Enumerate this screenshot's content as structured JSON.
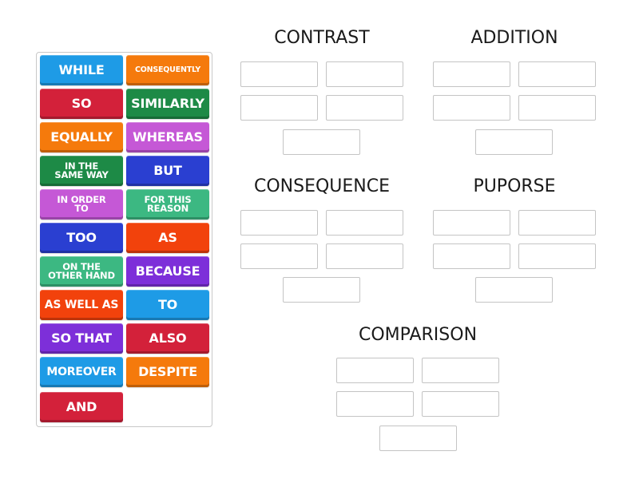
{
  "tiles": [
    {
      "label": "WHILE",
      "color": "#1e9be6",
      "size": "lg"
    },
    {
      "label": "CONSEQUENTLY",
      "color": "#f57a0c",
      "size": "xs"
    },
    {
      "label": "SO",
      "color": "#d3213a",
      "size": "lg"
    },
    {
      "label": "SIMILARLY",
      "color": "#1d8a46",
      "size": "lg"
    },
    {
      "label": "EQUALLY",
      "color": "#f57a0c",
      "size": "lg"
    },
    {
      "label": "WHEREAS",
      "color": "#c558d6",
      "size": "lg"
    },
    {
      "label": "IN THE SAME WAY",
      "line1": "IN THE",
      "line2": "SAME WAY",
      "color": "#1d8a46",
      "size": "sm"
    },
    {
      "label": "BUT",
      "color": "#2a3fd1",
      "size": "lg"
    },
    {
      "label": "IN ORDER TO",
      "line1": "IN ORDER",
      "line2": "TO",
      "color": "#c558d6",
      "size": "sm"
    },
    {
      "label": "FOR THIS REASON",
      "line1": "FOR THIS",
      "line2": "REASON",
      "color": "#3cb882",
      "size": "sm"
    },
    {
      "label": "TOO",
      "color": "#2a3fd1",
      "size": "lg"
    },
    {
      "label": "AS",
      "color": "#f2420c",
      "size": "lg"
    },
    {
      "label": "ON THE OTHER HAND",
      "line1": "ON THE",
      "line2": "OTHER HAND",
      "color": "#3cb882",
      "size": "sm"
    },
    {
      "label": "BECAUSE",
      "color": "#7d2fd9",
      "size": "lg"
    },
    {
      "label": "AS WELL AS",
      "color": "#f2420c",
      "size": "md"
    },
    {
      "label": "TO",
      "color": "#1e9be6",
      "size": "lg"
    },
    {
      "label": "SO THAT",
      "color": "#7d2fd9",
      "size": "lg"
    },
    {
      "label": "ALSO",
      "color": "#d3213a",
      "size": "lg"
    },
    {
      "label": "MOREOVER",
      "color": "#1e9be6",
      "size": "md"
    },
    {
      "label": "DESPITE",
      "color": "#f57a0c",
      "size": "lg"
    },
    {
      "label": "AND",
      "color": "#d3213a",
      "size": "lg"
    }
  ],
  "groups": [
    {
      "title": "CONTRAST",
      "slots": 5
    },
    {
      "title": "ADDITION",
      "slots": 5
    },
    {
      "title": "CONSEQUENCE",
      "slots": 5
    },
    {
      "title": "PUPORSE",
      "slots": 5
    },
    {
      "title": "COMPARISON",
      "slots": 5
    }
  ]
}
